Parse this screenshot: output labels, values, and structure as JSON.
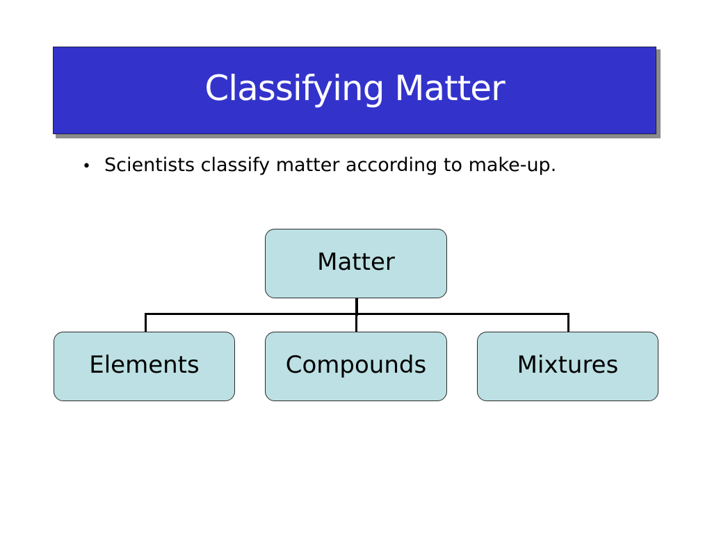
{
  "slide": {
    "title": "Classifying Matter",
    "bullets": [
      {
        "marker": "•",
        "text": "Scientists classify matter according to make-up."
      }
    ]
  },
  "diagram": {
    "root": {
      "label": "Matter"
    },
    "children": [
      {
        "label": "Elements"
      },
      {
        "label": "Compounds"
      },
      {
        "label": "Mixtures"
      }
    ]
  },
  "colors": {
    "title_bg": "#3333cc",
    "title_text": "#ffffff",
    "node_fill": "#bce0e3",
    "node_border": "#2a2a2a",
    "connector": "#000000"
  }
}
